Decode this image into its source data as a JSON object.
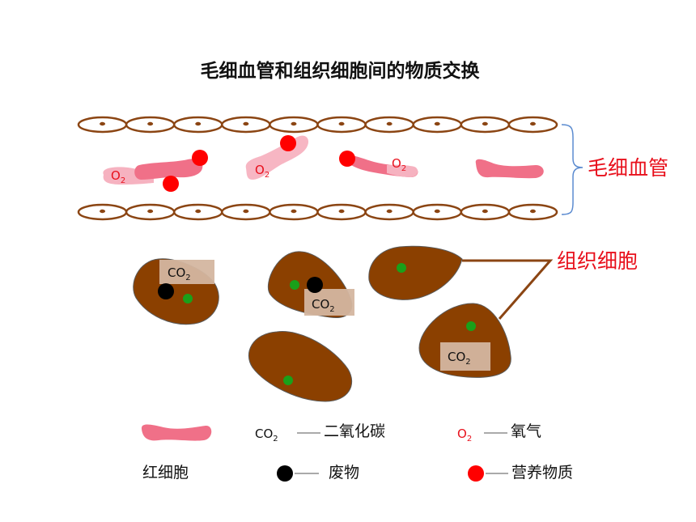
{
  "title": "毛细血管和组织细胞间的物质交换",
  "labels": {
    "capillary": "毛细血管",
    "tissue_cells": "组织细胞"
  },
  "formula": {
    "o2_base": "O",
    "o2_sub": "2",
    "co2_base": "CO",
    "co2_sub": "2"
  },
  "legend": {
    "co2_name": "二氧化碳",
    "o2_name": "氧气",
    "rbc_name": "红细胞",
    "waste_name": "废物",
    "nutrient_name": "营养物质"
  },
  "colors": {
    "vessel_wall": "#8b4513",
    "red_blood_cell": "#f07088",
    "tissue_cell": "#8b4000",
    "nutrient": "#ff0000",
    "waste": "#000000",
    "nucleus": "#1aa01a",
    "label_red": "#e8101c",
    "bracket": "#5b8bd0"
  }
}
